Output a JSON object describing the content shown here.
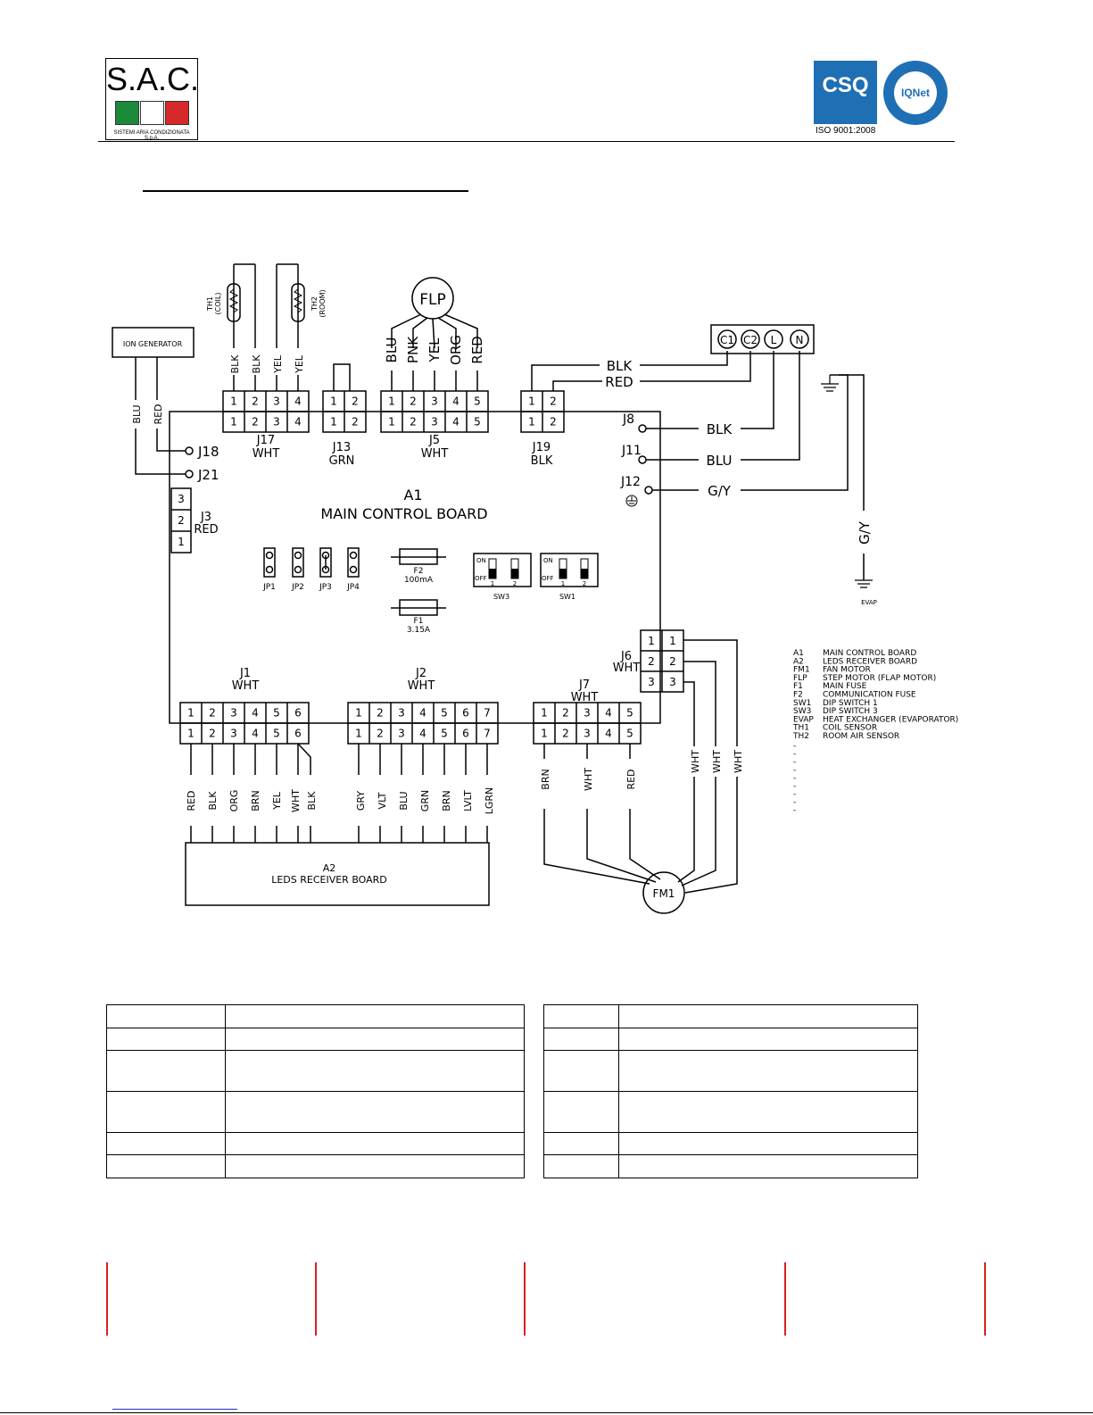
{
  "header": {
    "logo_text": "S.A.C.",
    "logo_tagline": "SISTEMI ARIA CONDIZIONATA S.p.A.",
    "logo_colors": [
      "#1a8a3a",
      "#ffffff",
      "#d62a2a"
    ],
    "cert_mark": "CSQ",
    "iqnet_mark": "IQNet",
    "iso_label": "ISO 9001:2008"
  },
  "diagram": {
    "ion_generator": "ION GENERATOR",
    "board": {
      "id": "A1",
      "name": "MAIN CONTROL BOARD"
    },
    "receiver": {
      "id": "A2",
      "name": "LEDS RECEIVER BOARD"
    },
    "flp": "FLP",
    "fan_motor": "FM1",
    "sensors": {
      "th1": "TH1",
      "th1_sub": "(COIL)",
      "th2": "TH2",
      "th2_sub": "(ROOM)"
    },
    "terminals": [
      "C1",
      "C2",
      "L",
      "N"
    ],
    "ground": {
      "evap": "EVAP",
      "gy": "G/Y"
    },
    "connectors": {
      "j17": {
        "name": "J17",
        "color": "WHT",
        "pins": [
          "1",
          "2",
          "3",
          "4"
        ],
        "wires": [
          "BLK",
          "BLK",
          "YEL",
          "YEL"
        ]
      },
      "j13": {
        "name": "J13",
        "color": "GRN",
        "pins": [
          "1",
          "2"
        ]
      },
      "j5": {
        "name": "J5",
        "color": "WHT",
        "pins": [
          "1",
          "2",
          "3",
          "4",
          "5"
        ],
        "wires": [
          "BLU",
          "PNK",
          "YEL",
          "ORG",
          "RED"
        ]
      },
      "j19": {
        "name": "J19",
        "color": "BLK",
        "pins": [
          "1",
          "2"
        ]
      },
      "j3": {
        "name": "J3",
        "color": "RED",
        "pins": [
          "3",
          "2",
          "1"
        ]
      },
      "j1": {
        "name": "J1",
        "color": "WHT",
        "pins": [
          "1",
          "2",
          "3",
          "4",
          "5",
          "6"
        ],
        "wires": [
          "RED",
          "BLK",
          "ORG",
          "BRN",
          "YEL",
          "WHT",
          "BLK"
        ]
      },
      "j2": {
        "name": "J2",
        "color": "WHT",
        "pins": [
          "1",
          "2",
          "3",
          "4",
          "5",
          "6",
          "7"
        ],
        "wires": [
          "GRY",
          "VLT",
          "BLU",
          "GRN",
          "BRN",
          "LVLT",
          "LGRN"
        ]
      },
      "j7": {
        "name": "J7",
        "color": "WHT",
        "pins": [
          "1",
          "2",
          "3",
          "4",
          "5"
        ],
        "wires": [
          "BRN",
          "WHT",
          "RED"
        ]
      },
      "j6": {
        "name": "J6",
        "color": "WHT",
        "pins": [
          "1",
          "2",
          "3"
        ],
        "wires": [
          "WHT",
          "WHT",
          "WHT"
        ]
      }
    },
    "points": {
      "j8": "J8",
      "j11": "J11",
      "j12": "J12",
      "j18": "J18",
      "j21": "J21"
    },
    "wire_labels": {
      "ion_blu": "BLU",
      "ion_red": "RED",
      "c1_blk": "BLK",
      "c2_red": "RED",
      "l_blk": "BLK",
      "n_blu": "BLU",
      "gy": "G/Y",
      "evap_gy": "G/Y"
    },
    "jumpers": [
      "JP1",
      "JP2",
      "JP3",
      "JP4"
    ],
    "fuses": [
      {
        "id": "F2",
        "rating": "100mA"
      },
      {
        "id": "F1",
        "rating": "3.15A"
      }
    ],
    "switches": [
      {
        "id": "SW3",
        "on": "ON",
        "off": "OFF",
        "pins": [
          "1",
          "2"
        ]
      },
      {
        "id": "SW1",
        "on": "ON",
        "off": "OFF",
        "pins": [
          "1",
          "2"
        ]
      }
    ],
    "legend": [
      {
        "code": "A1",
        "desc": "MAIN CONTROL BOARD"
      },
      {
        "code": "A2",
        "desc": "LEDS RECEIVER BOARD"
      },
      {
        "code": "FM1",
        "desc": "FAN MOTOR"
      },
      {
        "code": "FLP",
        "desc": "STEP MOTOR (FLAP MOTOR)"
      },
      {
        "code": "F1",
        "desc": "MAIN FUSE"
      },
      {
        "code": "F2",
        "desc": "COMMUNICATION FUSE"
      },
      {
        "code": "SW1",
        "desc": "DIP SWITCH 1"
      },
      {
        "code": "SW3",
        "desc": "DIP SWITCH 3"
      },
      {
        "code": "EVAP",
        "desc": "HEAT EXCHANGER (EVAPORATOR)"
      },
      {
        "code": "TH1",
        "desc": "COIL SENSOR"
      },
      {
        "code": "TH2",
        "desc": "ROOM AIR SENSOR"
      }
    ]
  },
  "tables": {
    "left": {
      "rows": 6,
      "cols": 2
    },
    "right": {
      "rows": 6,
      "cols": 2
    }
  }
}
